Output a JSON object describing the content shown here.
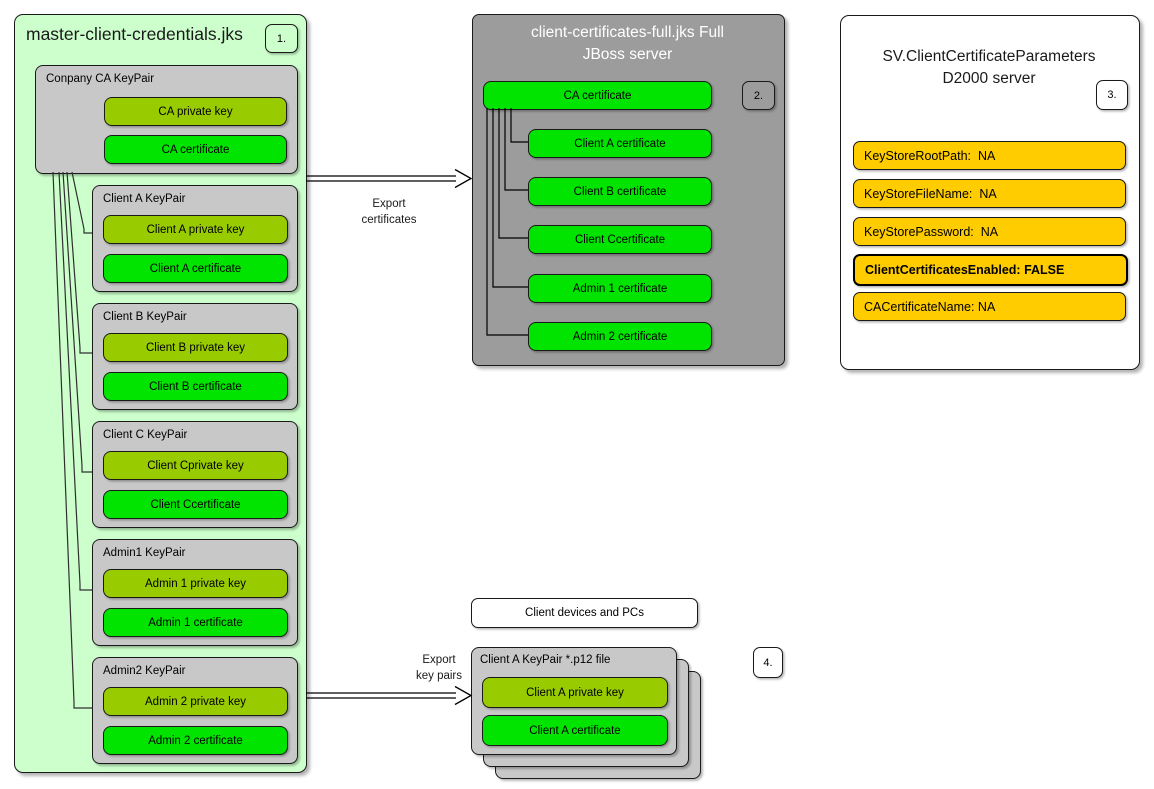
{
  "panel1": {
    "badge": "1.",
    "title": "master-client-credentials.jks",
    "groups": [
      {
        "label": "Conpany CA KeyPair",
        "private_key": "CA private key",
        "certificate": "CA certificate"
      },
      {
        "label": "Client A KeyPair",
        "private_key": "Client A private key",
        "certificate": "Client A certificate"
      },
      {
        "label": "Client B KeyPair",
        "private_key": "Client B private key",
        "certificate": "Client B certificate"
      },
      {
        "label": "Client C KeyPair",
        "private_key": "Client Cprivate key",
        "certificate": "Client Ccertificate"
      },
      {
        "label": "Admin1 KeyPair",
        "private_key": "Admin 1 private key",
        "certificate": "Admin 1 certificate"
      },
      {
        "label": "Admin2 KeyPair",
        "private_key": "Admin 2 private key",
        "certificate": "Admin 2 certificate"
      }
    ]
  },
  "panel2": {
    "badge": "2.",
    "title_line1": "client-certificates-full.jks Full",
    "title_line2": "JBoss server",
    "ca_certificate": "CA certificate",
    "certificates": [
      "Client A certificate",
      "Client B certificate",
      "Client Ccertificate",
      "Admin 1 certificate",
      "Admin 2 certificate"
    ]
  },
  "panel3": {
    "badge": "3.",
    "title_line1": "SV.ClientCertificateParameters",
    "title_line2": "D2000 server",
    "params": [
      "KeyStoreRootPath:  NA",
      "KeyStoreFileName:  NA",
      "KeyStorePassword:  NA",
      "ClientCertificatesEnabled: FALSE",
      "CACertificateName: NA"
    ]
  },
  "panel4": {
    "badge": "4.",
    "devices_label": "Client devices and PCs",
    "stack_title": "Client A KeyPair *.p12 file",
    "private_key": "Client A private key",
    "certificate": "Client A certificate"
  },
  "arrows": {
    "export_certificates_line1": "Export",
    "export_certificates_line2": "certificates",
    "export_key_pairs_line1": "Export",
    "export_key_pairs_line2": "key pairs"
  },
  "colors": {
    "keystore_panel_green": "#ccffcc",
    "keypair_group_gray": "#c8c8c8",
    "jboss_panel_gray": "#9c9c9c",
    "private_key_green": "#99cc00",
    "certificate_green": "#00e400",
    "param_yellow": "#ffcc00"
  }
}
